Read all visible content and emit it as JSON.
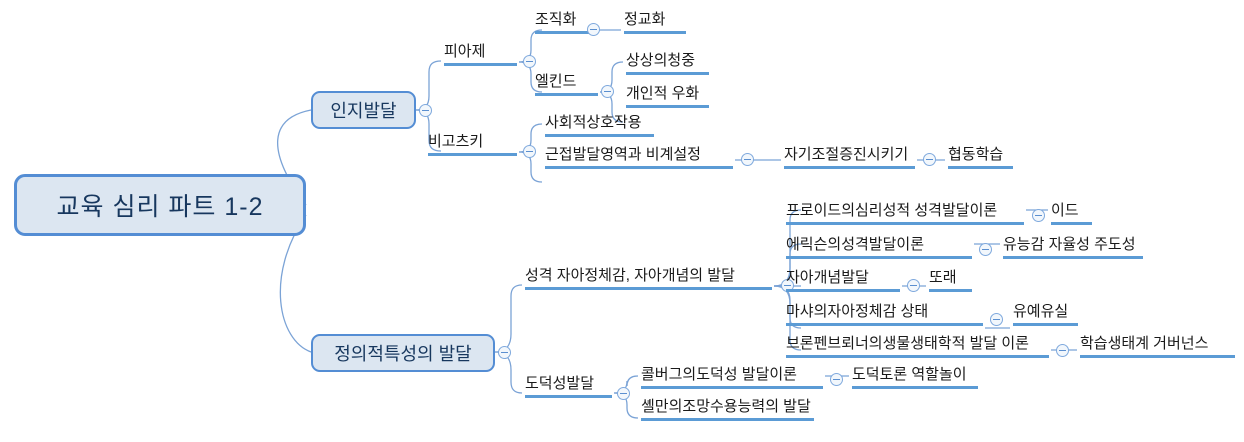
{
  "diagram": {
    "type": "mind-map",
    "title": "교육 심리 파트 1-2",
    "colors": {
      "node_fill": "#dce6f1",
      "node_border": "#548dd4",
      "node_text": "#17375e",
      "branch_bar": "#5b9bd5",
      "connector": "#7ba3d6",
      "topic_text": "#1a1a1a",
      "background": "#ffffff"
    }
  },
  "root": {
    "label": "교육 심리 파트 1-2",
    "toggle": "collapse-toggle"
  },
  "branches": [
    {
      "id": "cognitive",
      "label": "인지발달",
      "children": [
        {
          "id": "piaget",
          "label": "피아제",
          "children": [
            {
              "id": "organization",
              "label": "조직화",
              "children": [
                {
                  "id": "elaboration",
                  "label": "정교화"
                }
              ]
            },
            {
              "id": "elkind",
              "label": "엘킨드",
              "children": [
                {
                  "id": "imaginary-audience",
                  "label": "상상의청중"
                },
                {
                  "id": "personal-fable",
                  "label": "개인적 우화"
                }
              ]
            }
          ]
        },
        {
          "id": "vygotsky",
          "label": "비고츠키",
          "children": [
            {
              "id": "social-interaction",
              "label": "사회적상호작용"
            },
            {
              "id": "zpd-scaffolding",
              "label": "근접발달영역과 비계설정",
              "children": [
                {
                  "id": "self-regulation",
                  "label": "자기조절증진시키기",
                  "children": [
                    {
                      "id": "cooperative-learning",
                      "label": "협동학습"
                    }
                  ]
                }
              ]
            }
          ]
        }
      ]
    },
    {
      "id": "affective",
      "label": "정의적특성의 발달",
      "children": [
        {
          "id": "personality-identity",
          "label": "성격 자아정체감, 자아개념의 발달",
          "children": [
            {
              "id": "freud",
              "label": "프로이드의심리성적 성격발달이론",
              "children": [
                {
                  "id": "id",
                  "label": "이드"
                }
              ]
            },
            {
              "id": "erikson",
              "label": "에릭슨의성격발달이론",
              "children": [
                {
                  "id": "erikson-stages",
                  "label": "유능감 자율성 주도성"
                }
              ]
            },
            {
              "id": "self-concept",
              "label": "자아개념발달",
              "children": [
                {
                  "id": "peers",
                  "label": "또래"
                }
              ]
            },
            {
              "id": "marcia",
              "label": "마샤의자아정체감 상태",
              "children": [
                {
                  "id": "moratorium-foreclosure",
                  "label": "유예유실"
                }
              ]
            },
            {
              "id": "bronfenbrenner",
              "label": "브론펜브뢰너의생물생태학적 발달 이론",
              "children": [
                {
                  "id": "learning-ecosystem",
                  "label": "학습생태계 거버넌스"
                }
              ]
            }
          ]
        },
        {
          "id": "moral",
          "label": "도덕성발달",
          "children": [
            {
              "id": "kohlberg",
              "label": "콜버그의도덕성 발달이론",
              "children": [
                {
                  "id": "moral-discussion",
                  "label": "도덕토론 역할놀이"
                }
              ]
            },
            {
              "id": "selman",
              "label": "셸만의조망수용능력의 발달"
            }
          ]
        }
      ]
    }
  ]
}
